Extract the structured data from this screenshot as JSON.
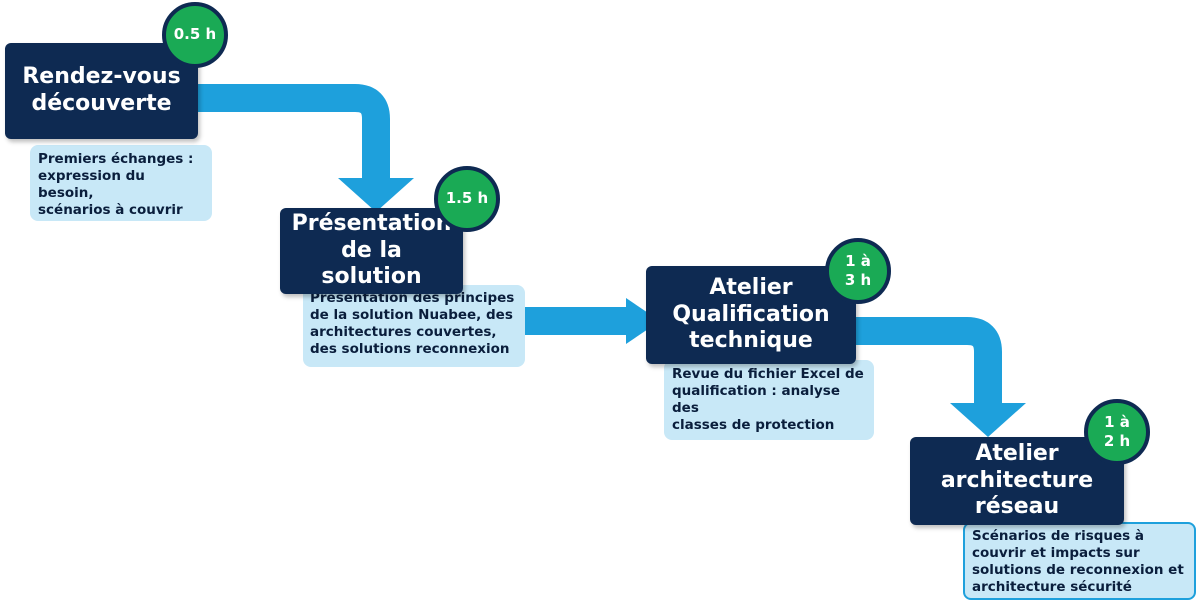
{
  "colors": {
    "step_box": "#0e2a52",
    "badge": "#1aaa55",
    "arrow": "#1ea0dc",
    "description_bg": "#c8e8f7"
  },
  "steps": [
    {
      "title": "Rendez-vous\ndécouverte",
      "duration": "0.5 h",
      "description": "Premiers échanges :\nexpression du besoin,\nscénarios à couvrir"
    },
    {
      "title": "Présentation\nde la solution",
      "duration": "1.5 h",
      "description": "Présentation des principes\nde la solution Nuabee, des\narchitectures couvertes,\ndes solutions reconnexion"
    },
    {
      "title": "Atelier\nQualification\ntechnique",
      "duration": "1 à\n3  h",
      "description": "Revue du fichier Excel de\nqualification : analyse des\nclasses de protection"
    },
    {
      "title": "Atelier\narchitecture\nréseau",
      "duration": "1 à\n2  h",
      "description": "Scénarios de risques à\ncouvrir et impacts sur\nsolutions de reconnexion et\narchitecture sécurité"
    }
  ]
}
